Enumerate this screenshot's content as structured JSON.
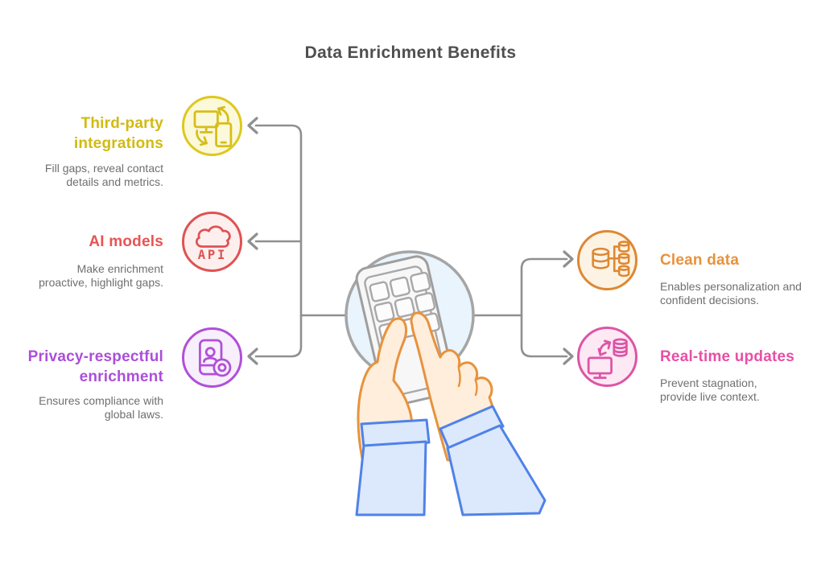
{
  "title": "Data Enrichment Benefits",
  "colors": {
    "background": "#ffffff",
    "title_text": "#4f4f4f",
    "description_text": "#6f6f6f",
    "connector": "#8f8f8f"
  },
  "center": {
    "illustration": "hands-tapping-smartphone",
    "circle_fill": "#e9f4fc",
    "circle_stroke": "#a5a5a5",
    "phone_fill": "#f7f7f7",
    "phone_stroke": "#9e9e9e",
    "hand_fill": "#feeedb",
    "hand_stroke": "#e8923c",
    "sleeve_fill": "#dce8fb",
    "sleeve_stroke": "#4f82e8"
  },
  "nodes": [
    {
      "id": "third-party-integrations",
      "side": "left",
      "label": "Third-party integrations",
      "description": "Fill gaps, reveal contact details and metrics.",
      "icon": "device-sync-icon",
      "accent": "#d2ba10",
      "circle_fill": "#fcf8da",
      "circle_stroke": "#ddc81f"
    },
    {
      "id": "ai-models",
      "side": "left",
      "label": "AI models",
      "description": "Make enrichment proactive, highlight gaps.",
      "icon": "api-cloud-icon",
      "icon_text": "API",
      "accent": "#e85454",
      "circle_fill": "#fdefee",
      "circle_stroke": "#dd5353"
    },
    {
      "id": "privacy-respectful-enrichment",
      "side": "left",
      "label": "Privacy-respectful enrichment",
      "description": "Ensures compliance with global laws.",
      "icon": "id-badge-icon",
      "accent": "#ab4fd9",
      "circle_fill": "#f8effc",
      "circle_stroke": "#b050d8"
    },
    {
      "id": "clean-data",
      "side": "right",
      "label": "Clean data",
      "description": "Enables personalization and confident decisions.",
      "icon": "database-branch-icon",
      "accent": "#e8923a",
      "circle_fill": "#fdf3e4",
      "circle_stroke": "#dd8833"
    },
    {
      "id": "real-time-updates",
      "side": "right",
      "label": "Real-time updates",
      "description": "Prevent stagnation, provide live context.",
      "icon": "sync-database-icon",
      "accent": "#e84fa5",
      "circle_fill": "#fce9f4",
      "circle_stroke": "#dd55a5"
    }
  ]
}
